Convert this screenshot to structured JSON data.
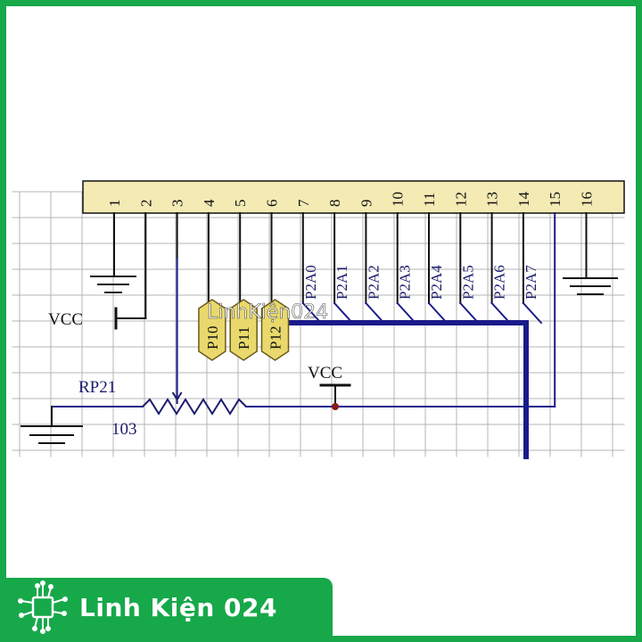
{
  "colors": {
    "frame": "#17a84a",
    "header_fill": "#f4eab4",
    "wire_black": "#111111",
    "bus_blue": "#1a1a8a",
    "grid": "#b4b4b4",
    "label_blue": "#1c1c6e"
  },
  "pins": [
    "1",
    "2",
    "3",
    "4",
    "5",
    "6",
    "7",
    "8",
    "9",
    "10",
    "11",
    "12",
    "13",
    "14",
    "15",
    "16"
  ],
  "bus_labels": [
    "P2A0",
    "P2A1",
    "P2A2",
    "P2A3",
    "P2A4",
    "P2A5",
    "P2A6",
    "P2A7"
  ],
  "jumpers": [
    "P10",
    "P11",
    "P12"
  ],
  "vcc_left": "VCC",
  "vcc_mid": "VCC",
  "resistor_ref": "RP21",
  "resistor_value": "103",
  "watermark": "LinhKiện024",
  "brand": {
    "name": "Linh Kiện 024",
    "logo_icon": "chip-circuit-icon"
  }
}
